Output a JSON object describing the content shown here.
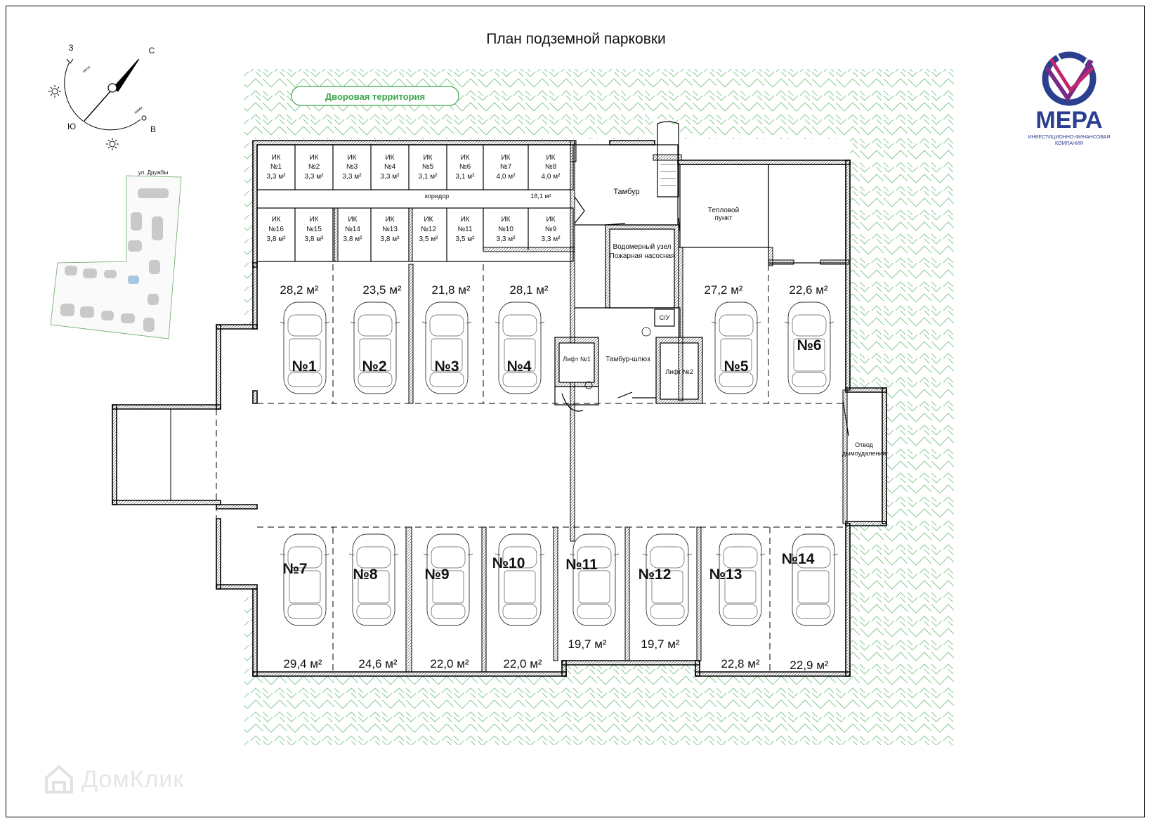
{
  "title": "План подземной парковки",
  "compass": {
    "n": "С",
    "s": "Ю",
    "e": "В",
    "w": "З",
    "arc_top": "лето",
    "arc_right": "зима"
  },
  "site_plan": {
    "street": "ул. Дружбы"
  },
  "yard_label": "Дворовая территория",
  "logo": {
    "name": "МЕРА",
    "subtitle_1": "ИНВЕСТИЦИОННО-ФИНАНСОВАЯ",
    "subtitle_2": "КОМПАНИЯ",
    "colors": {
      "blue": "#2b3f8f",
      "purple": "#7a2a86",
      "magenta": "#c0276f"
    }
  },
  "storage": {
    "top_row": [
      {
        "label": "ИК",
        "no": "№1",
        "area": "3,3 м²"
      },
      {
        "label": "ИК",
        "no": "№2",
        "area": "3,3 м²"
      },
      {
        "label": "ИК",
        "no": "№3",
        "area": "3,3 м²"
      },
      {
        "label": "ИК",
        "no": "№4",
        "area": "3,3 м²"
      },
      {
        "label": "ИК",
        "no": "№5",
        "area": "3,1 м²"
      },
      {
        "label": "ИК",
        "no": "№6",
        "area": "3,1 м²"
      },
      {
        "label": "ИК",
        "no": "№7",
        "area": "4,0 м²"
      },
      {
        "label": "ИК",
        "no": "№8",
        "area": "4,0 м²"
      }
    ],
    "bottom_row": [
      {
        "label": "ИК",
        "no": "№16",
        "area": "3,8 м²"
      },
      {
        "label": "ИК",
        "no": "№15",
        "area": "3,8 м²"
      },
      {
        "label": "ИК",
        "no": "№14",
        "area": "3,8 м²"
      },
      {
        "label": "ИК",
        "no": "№13",
        "area": "3,8 м²"
      },
      {
        "label": "ИК",
        "no": "№12",
        "area": "3,5 м²"
      },
      {
        "label": "ИК",
        "no": "№11",
        "area": "3,5 м²"
      },
      {
        "label": "ИК",
        "no": "№10",
        "area": "3,3 м²"
      },
      {
        "label": "ИК",
        "no": "№9",
        "area": "3,3 м²"
      }
    ],
    "corridor": "коридор",
    "corridor_area": "18,1 м²"
  },
  "rooms": {
    "tambur": "Тамбур",
    "teplovoy_1": "Тепловой",
    "teplovoy_2": "пункт",
    "vodomer_1": "Водомерный узел",
    "vodomer_2": "Пожарная насосная",
    "su": "С/У",
    "lift1": "Лифт №1",
    "lift2": "Лифт №2",
    "tambur_shlyuz": "Тамбур-шлюз",
    "otvod_1": "Отвод",
    "otvod_2": "дымоудаления"
  },
  "spots_top": [
    {
      "no": "№1",
      "area": "28,2 м²"
    },
    {
      "no": "№2",
      "area": "23,5 м²"
    },
    {
      "no": "№3",
      "area": "21,8 м²"
    },
    {
      "no": "№4",
      "area": "28,1 м²"
    },
    {
      "no": "№5",
      "area": "27,2 м²"
    },
    {
      "no": "№6",
      "area": "22,6 м²"
    }
  ],
  "spots_bottom": [
    {
      "no": "№7",
      "area": "29,4 м²"
    },
    {
      "no": "№8",
      "area": "24,6 м²"
    },
    {
      "no": "№9",
      "area": "22,0 м²"
    },
    {
      "no": "№10",
      "area": "22,0 м²"
    },
    {
      "no": "№11",
      "area": "19,7 м²"
    },
    {
      "no": "№12",
      "area": "19,7 м²"
    },
    {
      "no": "№13",
      "area": "22,8 м²"
    },
    {
      "no": "№14",
      "area": "22,9 м²"
    }
  ],
  "watermark": "ДомКлик",
  "colors": {
    "hatch": "#7cc58a",
    "wall": "#000000",
    "yard_badge": "#3aa64a"
  }
}
